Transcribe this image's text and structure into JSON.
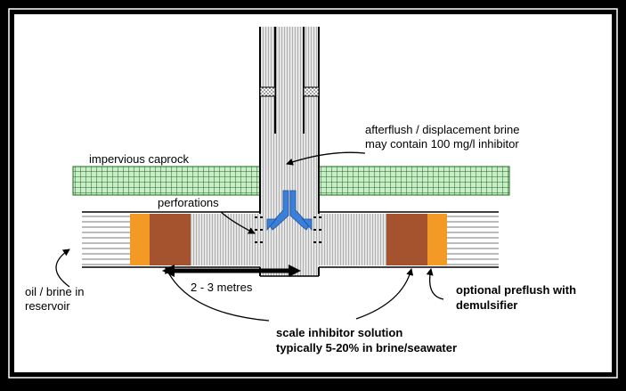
{
  "labels": {
    "afterflush_line1": "afterflush / displacement brine",
    "afterflush_line2": "may contain 100 mg/l inhibitor",
    "caprock": "impervious caprock",
    "perforations": "perforations",
    "distance": "2 - 3 metres",
    "reservoir_line1": "oil / brine in",
    "reservoir_line2": "reservoir",
    "preflush_line1": "optional preflush with",
    "preflush_line2": "demulsifier",
    "inhibitor_line1": "scale inhibitor solution",
    "inhibitor_line2": "typically 5-20% in brine/seawater"
  },
  "colors": {
    "frame": "#000000",
    "panel": "#ffffff",
    "caprock_fill": "#c9ecc9",
    "caprock_grid": "#1a6b1a",
    "preflush_band": "#f39a26",
    "inhibitor_band": "#a5532f",
    "brine_fill": "#e6e6e6",
    "flow_arrow": "#3a7fd8"
  }
}
